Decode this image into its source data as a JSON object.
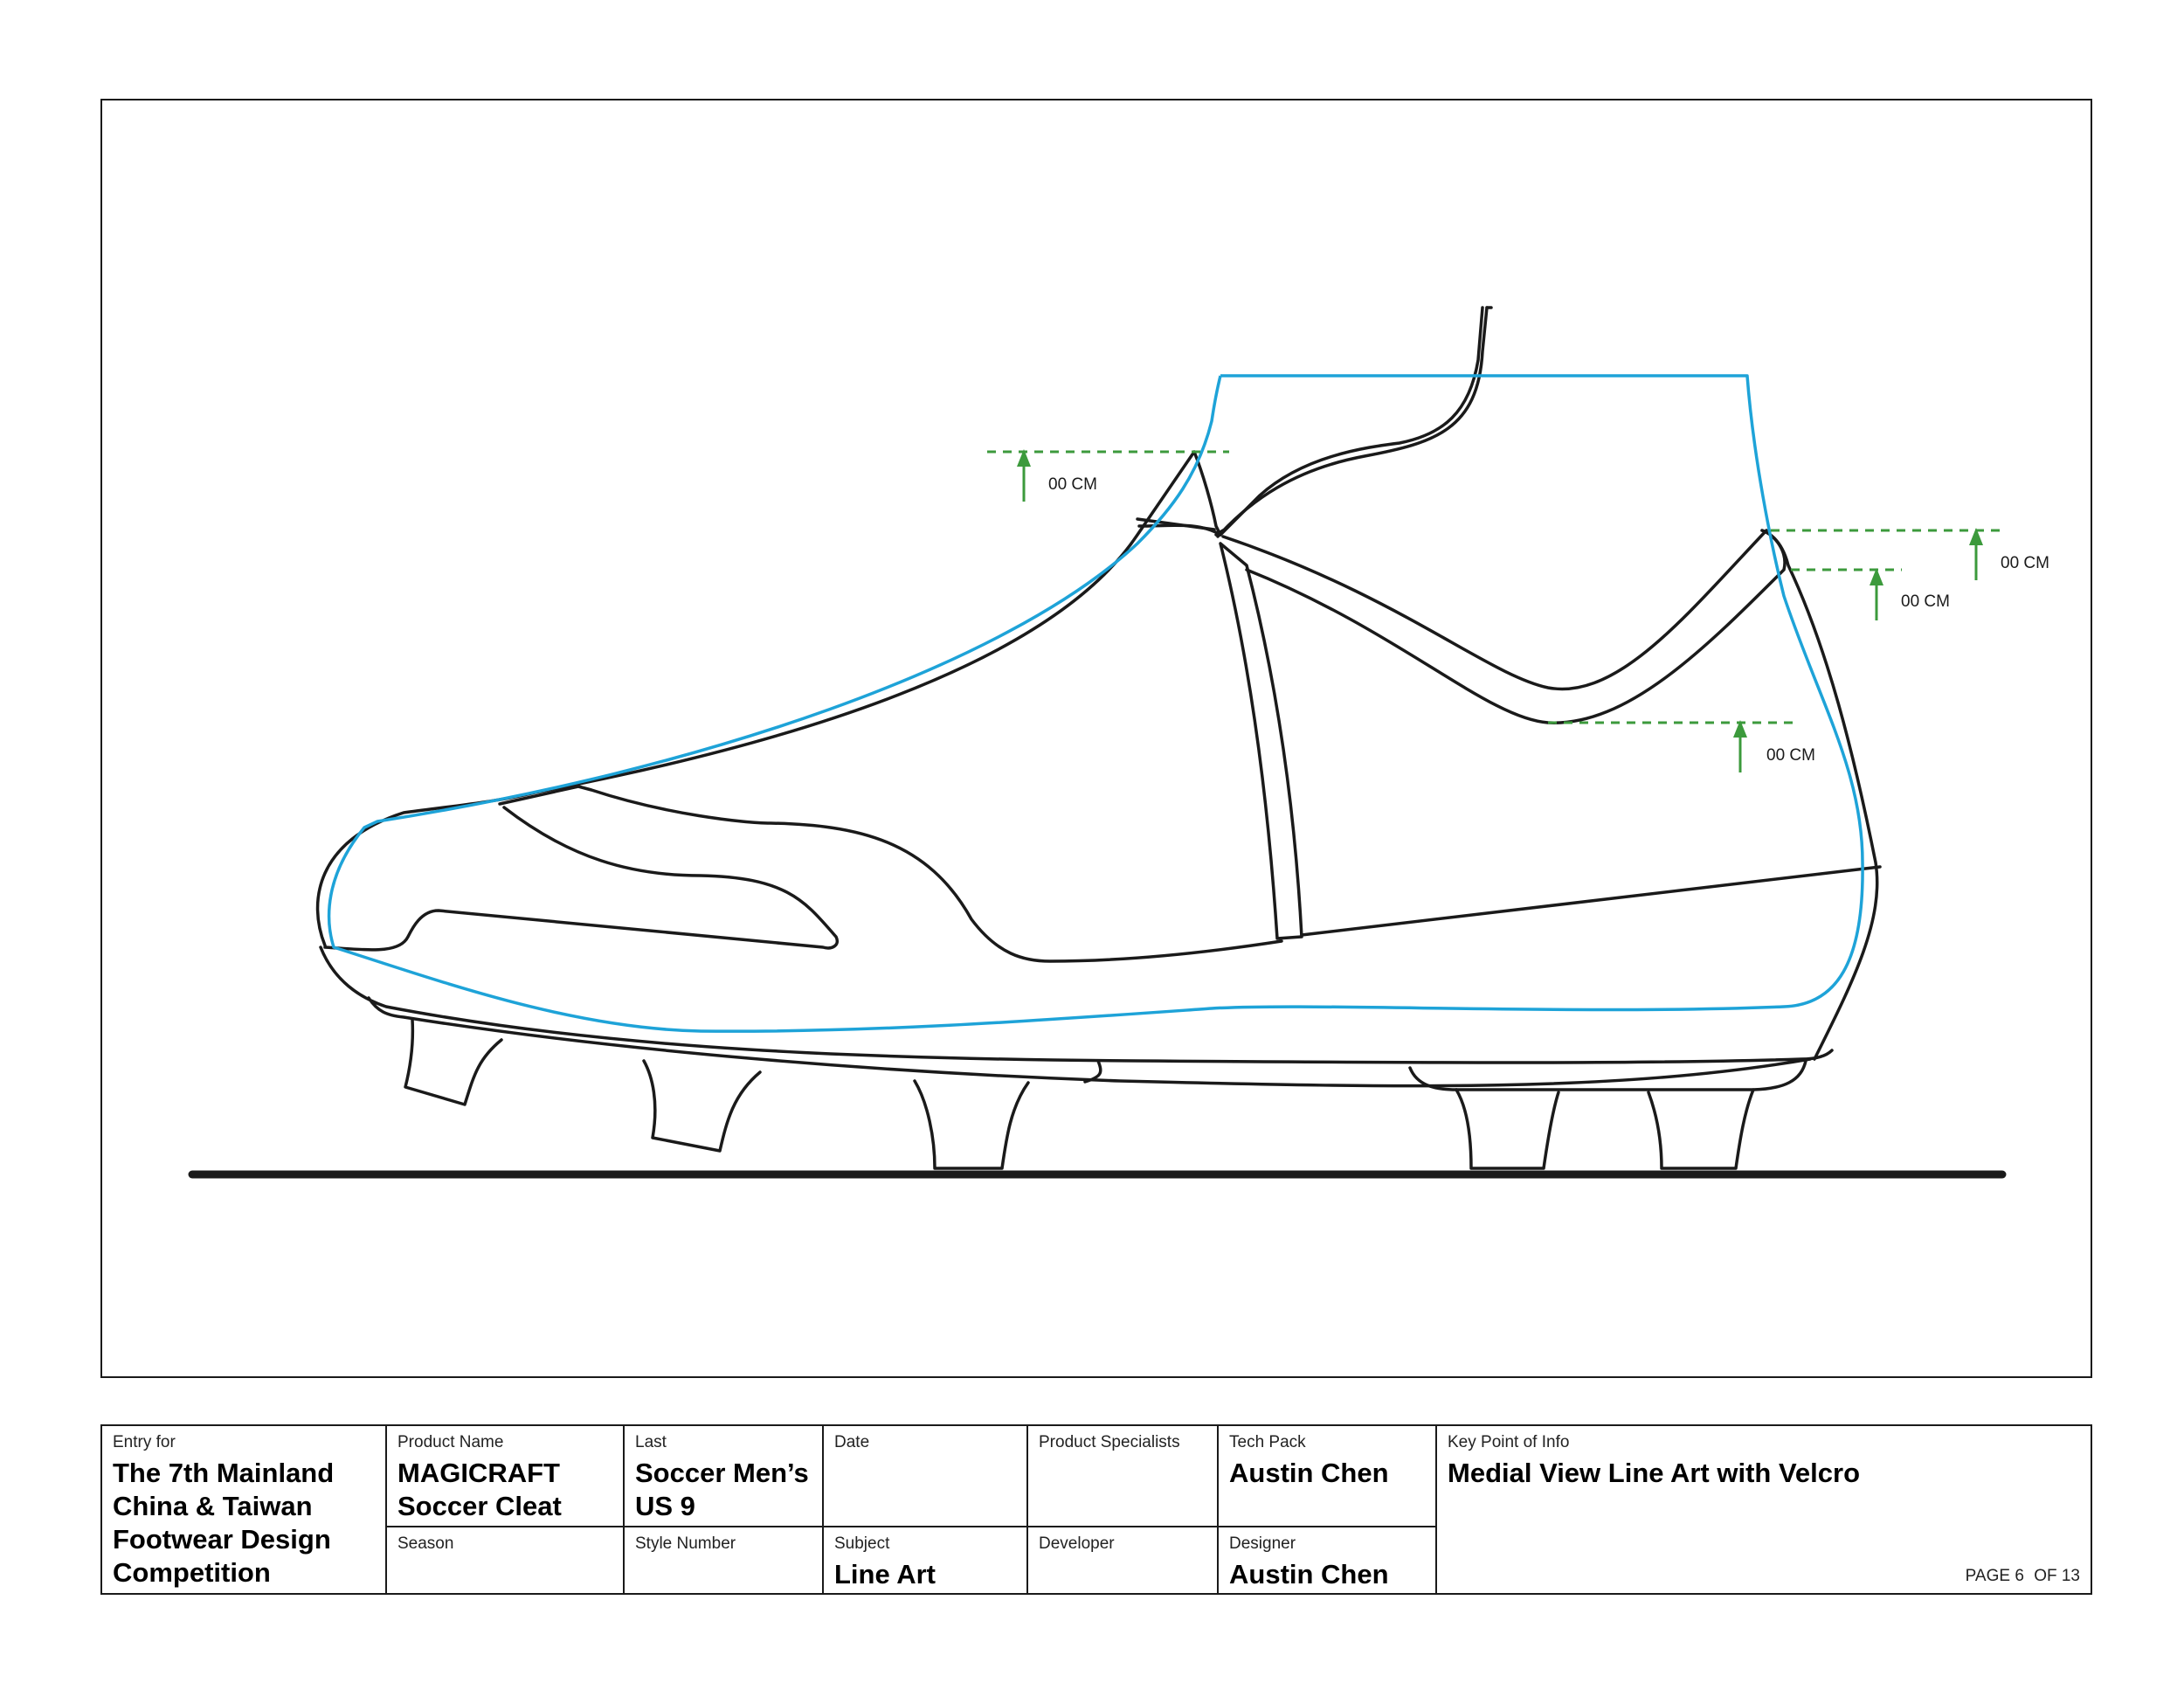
{
  "drawing": {
    "measurements": [
      {
        "label": "00 CM"
      },
      {
        "label": "00 CM"
      },
      {
        "label": "00 CM"
      },
      {
        "label": "00 CM"
      }
    ],
    "colors": {
      "outline": "#1a1a1a",
      "blue_line": "#1ea3d8",
      "measure": "#3c9a3c"
    }
  },
  "title_block": {
    "entry_for": {
      "label": "Entry for",
      "value": "The 7th Mainland China & Taiwan Footwear Design Competition"
    },
    "product_name": {
      "label": "Product Name",
      "value": "MAGICRAFT Soccer Cleat"
    },
    "last": {
      "label": "Last",
      "value": "Soccer Men’s US 9"
    },
    "date": {
      "label": "Date",
      "value": ""
    },
    "product_specialists": {
      "label": "Product Specialists",
      "value": ""
    },
    "tech_pack": {
      "label": "Tech Pack",
      "value": "Austin Chen"
    },
    "key_point": {
      "label": "Key Point of Info",
      "value": "Medial View Line Art with Velcro"
    },
    "season": {
      "label": "Season",
      "value": ""
    },
    "style_number": {
      "label": "Style Number",
      "value": ""
    },
    "subject": {
      "label": "Subject",
      "value": "Line Art"
    },
    "developer": {
      "label": "Developer",
      "value": ""
    },
    "designer": {
      "label": "Designer",
      "value": "Austin Chen"
    },
    "page": {
      "page": "PAGE 6",
      "of": "OF 13"
    }
  }
}
